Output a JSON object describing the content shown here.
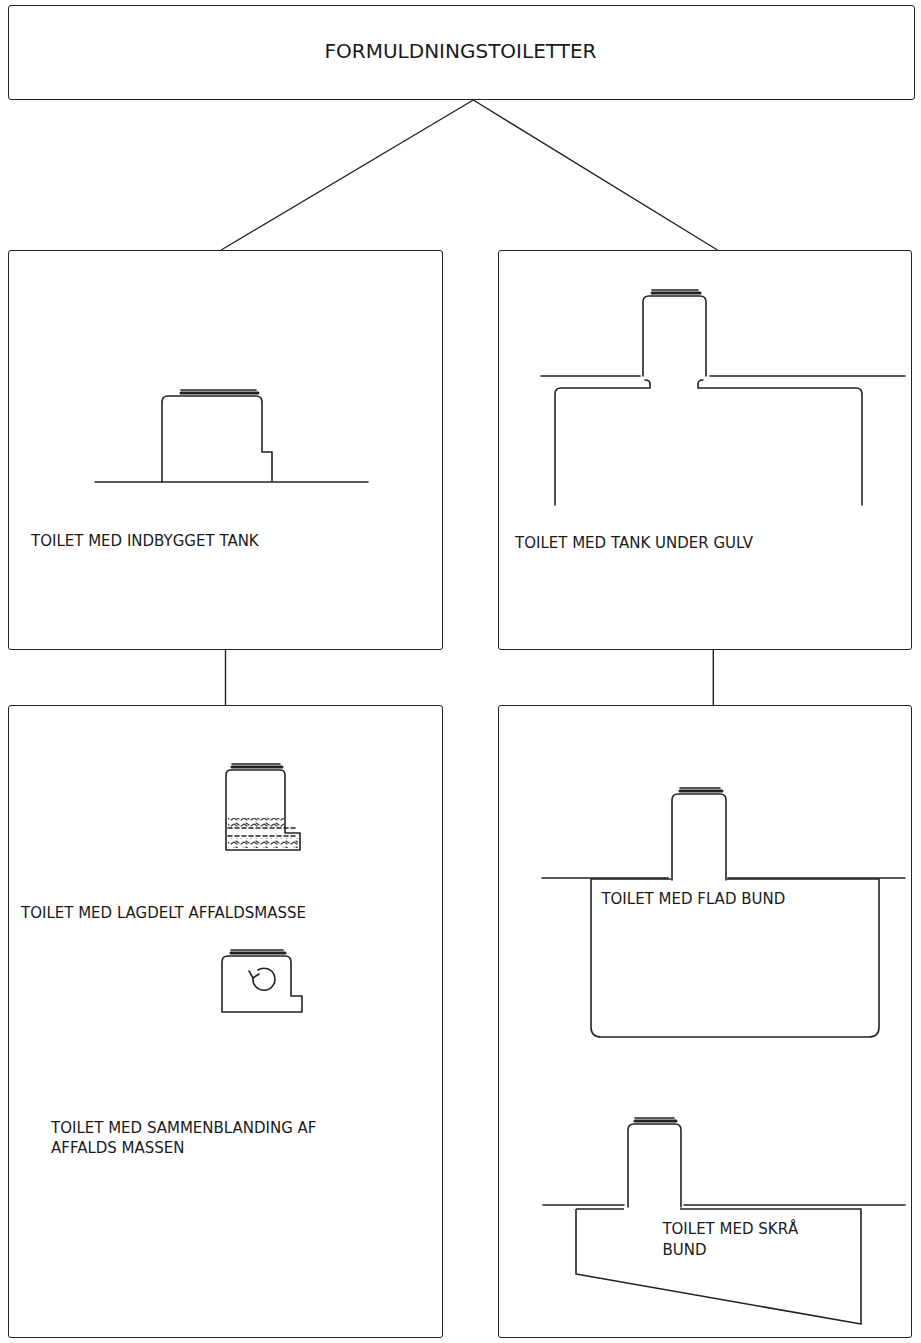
{
  "diagram": {
    "nodes": [
      {
        "text": [
          "FORMULDNINGSTOILETTER"
        ]
      },
      {
        "text": [
          "TOILET MED INDBYGGET TANK"
        ]
      },
      {
        "text": [
          "TOILET MED TANK UNDER GULV"
        ]
      },
      {
        "text": [
          "TOILET MED LAGDELT AFFALDSMASSE",
          "TOILET MED SAMMENBLANDING AF AFFALDS MASSEN"
        ]
      },
      {
        "text": []
      },
      {
        "text": [
          "TOILET MED FLAD BUND"
        ],
        "in": 4
      },
      {
        "text": [
          "TOILET MED SKRÅ BUND"
        ],
        "in": 4
      }
    ],
    "edges": [
      {
        "from": 0,
        "to": 1,
        "arrow": "none"
      },
      {
        "from": 0,
        "to": 2,
        "arrow": "none"
      },
      {
        "from": 1,
        "to": 3,
        "arrow": "none"
      },
      {
        "from": 2,
        "to": 4,
        "arrow": "none"
      }
    ]
  }
}
